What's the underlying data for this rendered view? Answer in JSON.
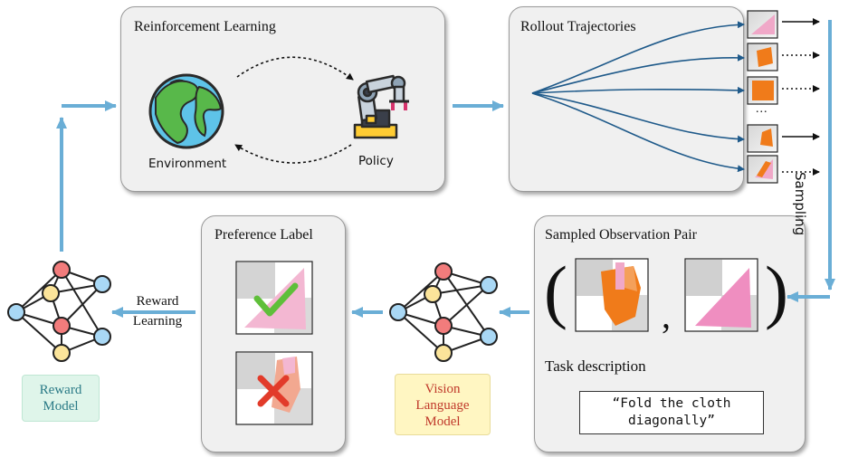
{
  "panels": {
    "rl": {
      "title": "Reinforcement Learning",
      "environment_label": "Environment",
      "policy_label": "Policy"
    },
    "rollout": {
      "title": "Rollout Trajectories",
      "ellipsis": "..."
    },
    "sampled": {
      "title": "Sampled Observation Pair",
      "open_paren": "(",
      "comma": ",",
      "close_paren": ")",
      "task_label": "Task description",
      "task_text_line1": "“Fold the cloth",
      "task_text_line2": "diagonally”"
    },
    "preference": {
      "title": "Preference Label"
    }
  },
  "labels": {
    "sampling": "Sampling",
    "reward_learning_line1": "Reward",
    "reward_learning_line2": "Learning"
  },
  "models": {
    "reward": {
      "line1": "Reward",
      "line2": "Model",
      "text_color": "#2a7a86",
      "bg_color": "#dff5ea"
    },
    "vlm": {
      "line1": "Vision",
      "line2": "Language",
      "line3": "Model",
      "text_color": "#c0392b",
      "bg_color": "#fff6c2"
    }
  },
  "colors": {
    "flow_arrow": "#6aaed6",
    "traj_line": "#1f5a8a",
    "cloth_orange": "#f07b1a",
    "cloth_pink": "#f0a8c8",
    "check": "#5fbf3a",
    "cross": "#e23b2a",
    "node_red": "#f27c7c",
    "node_blue": "#a9d8f5",
    "node_yellow": "#fbe49a"
  }
}
